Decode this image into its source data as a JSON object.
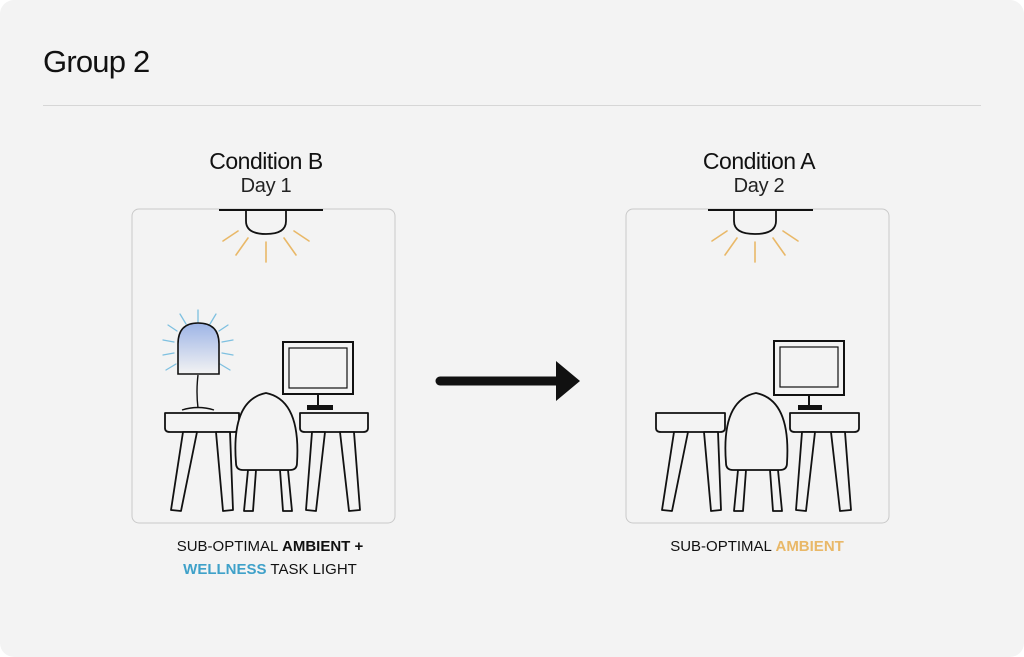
{
  "title": "Group 2",
  "left": {
    "condition": "Condition B",
    "day": "Day 1",
    "caption_prefix": "SUB-OPTIMAL ",
    "caption_ambient": "AMBIENT +",
    "caption_wellness": "WELLNESS",
    "caption_suffix": " TASK LIGHT"
  },
  "right": {
    "condition": "Condition A",
    "day": "Day 2",
    "caption_prefix": "SUB-OPTIMAL ",
    "caption_ambient": "AMBIENT"
  },
  "colors": {
    "ambient": "#e9b868",
    "wellness": "#3fa1c9",
    "background": "#f3f3f3"
  }
}
